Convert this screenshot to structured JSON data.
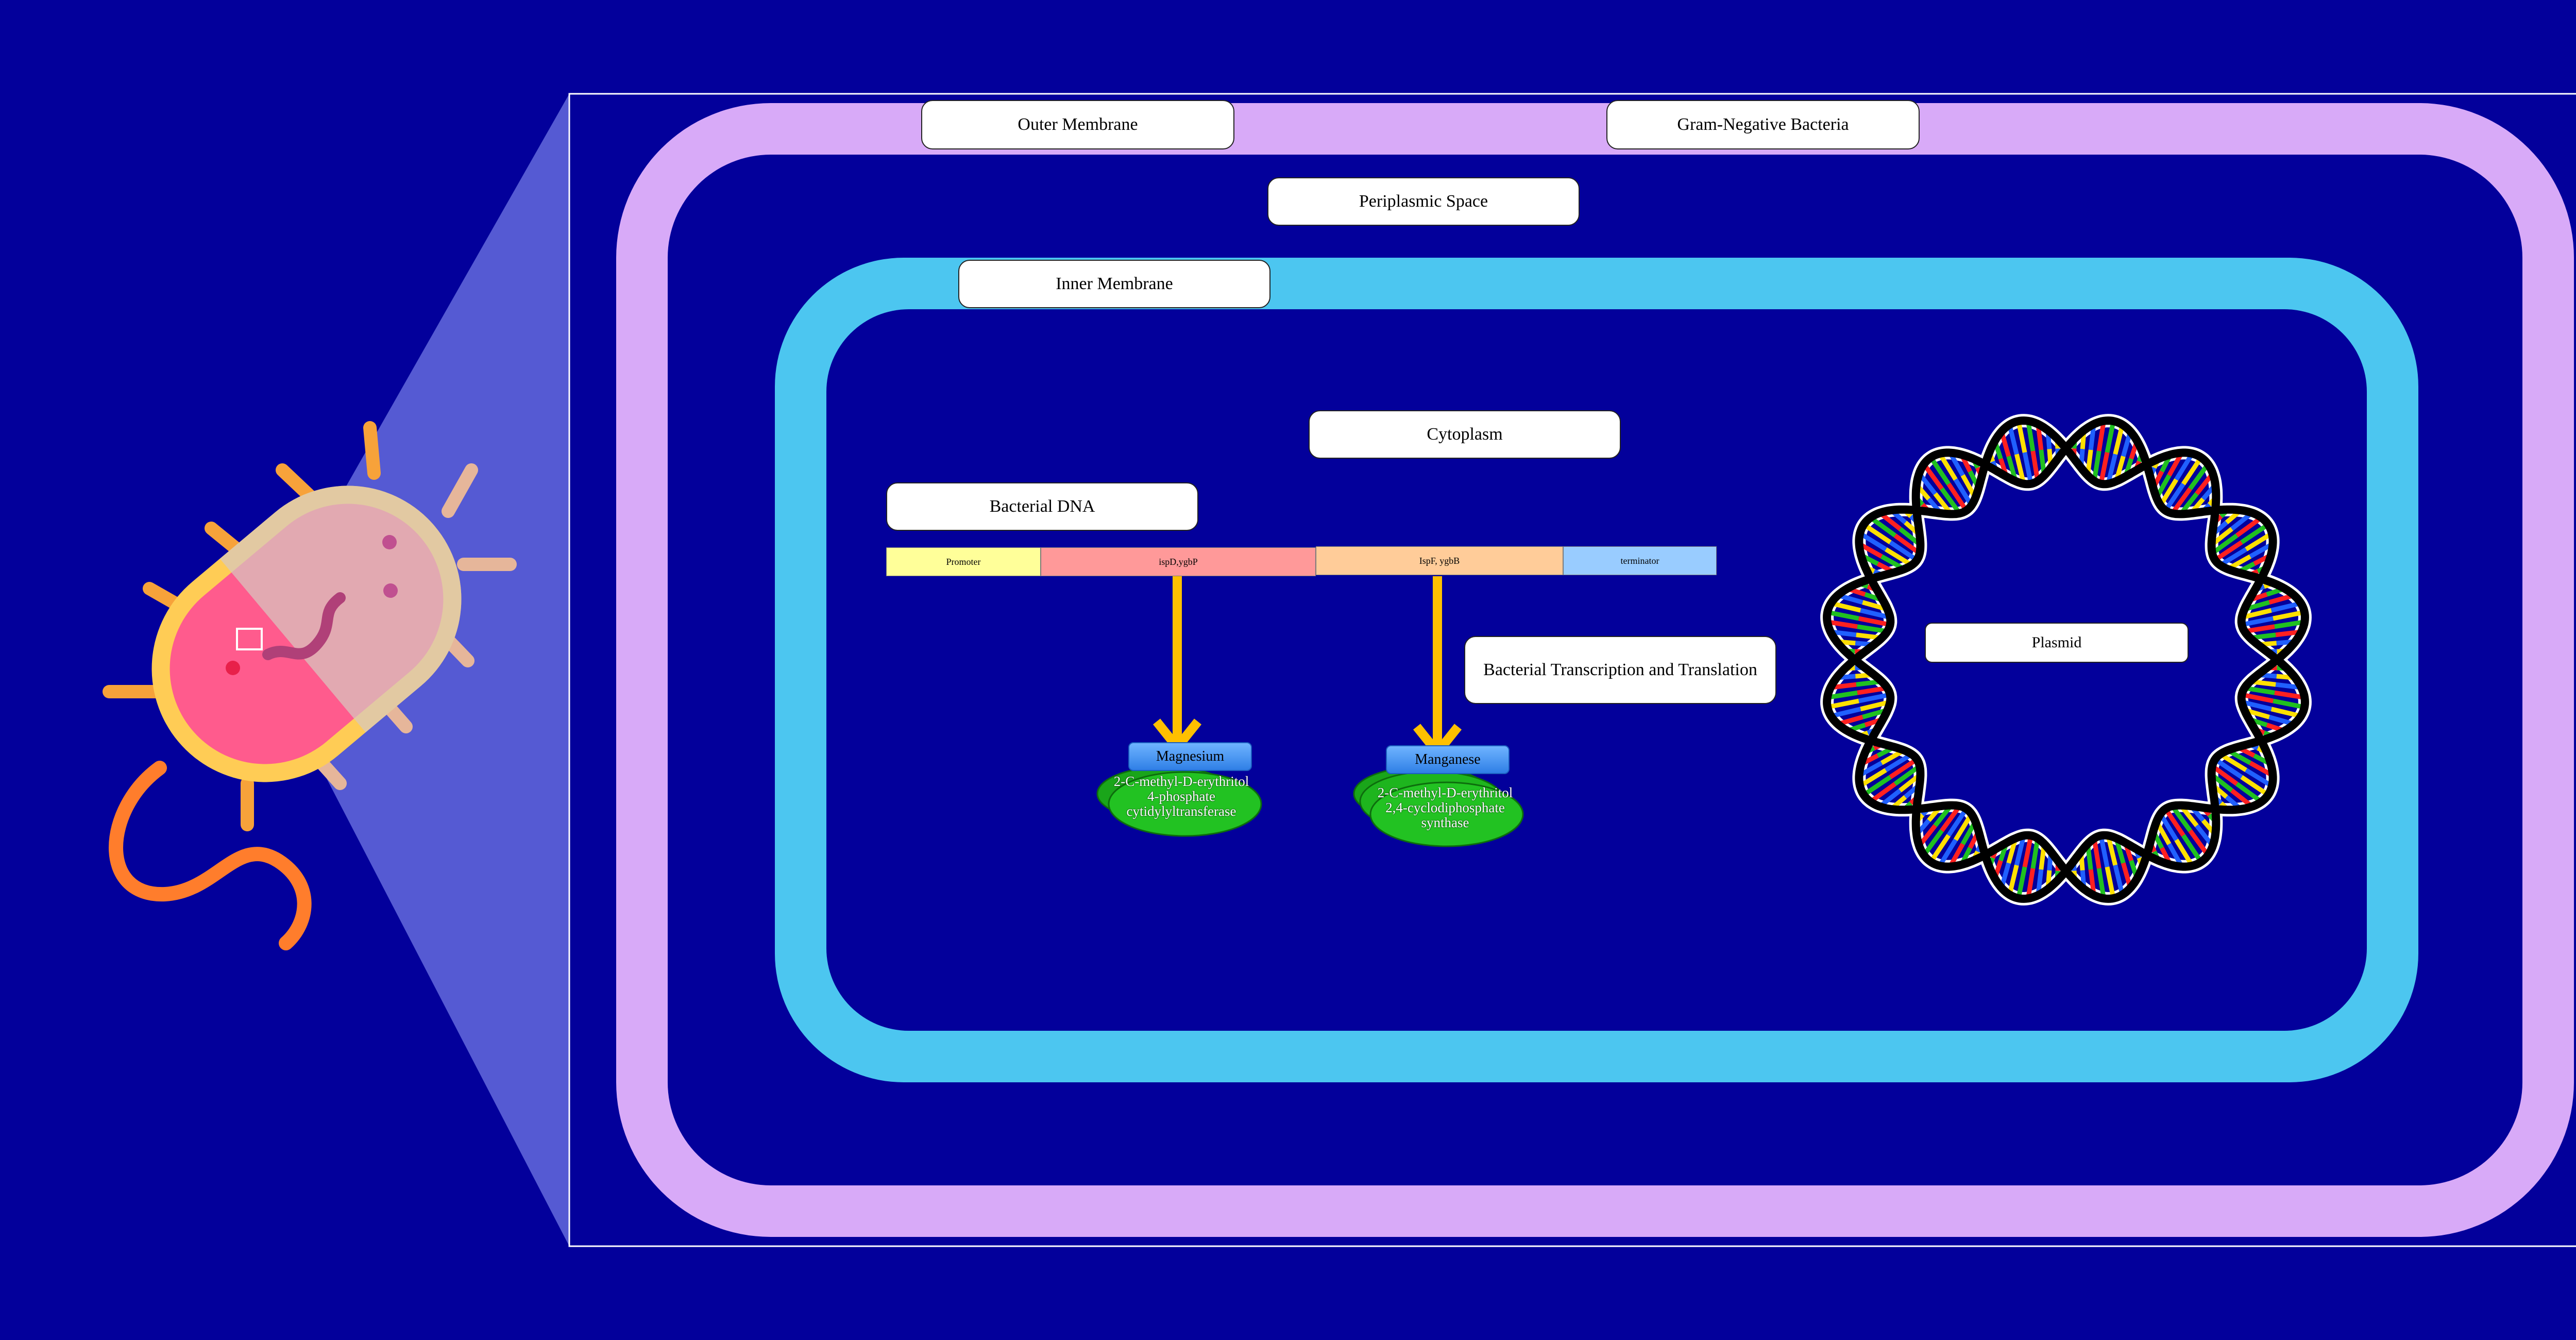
{
  "labels": {
    "outer_membrane": "Outer Membrane",
    "gram_negative": "Gram-Negative Bacteria",
    "periplasmic_space": "Periplasmic Space",
    "inner_membrane": "Inner Membrane",
    "cytoplasm": "Cytoplasm",
    "bacterial_dna": "Bacterial DNA",
    "transcription": "Bacterial Transcription and Translation",
    "plasmid": "Plasmid"
  },
  "genes": [
    {
      "label": "Promoter",
      "color": "#ffff99"
    },
    {
      "label": "ispD,ygbP",
      "color": "#ff9999"
    },
    {
      "label": "IspF, ygbB",
      "color": "#ffcc99"
    },
    {
      "label": "terminator",
      "color": "#99ccff"
    }
  ],
  "cofactors": {
    "left": "Magnesium",
    "right": "Manganese"
  },
  "enzymes": {
    "left": "2-C-methyl-D-erythritol 4-phosphate cytidylyltransferase",
    "right": "2-C-methyl-D-erythritol 2,4-cyclodiphosphate synthase"
  },
  "colors": {
    "background": "#03009b",
    "outer_membrane": "#d8aaf8",
    "inner_membrane": "#4cc6f0",
    "arrow": "#ffc000",
    "enzyme": "#22c222"
  }
}
